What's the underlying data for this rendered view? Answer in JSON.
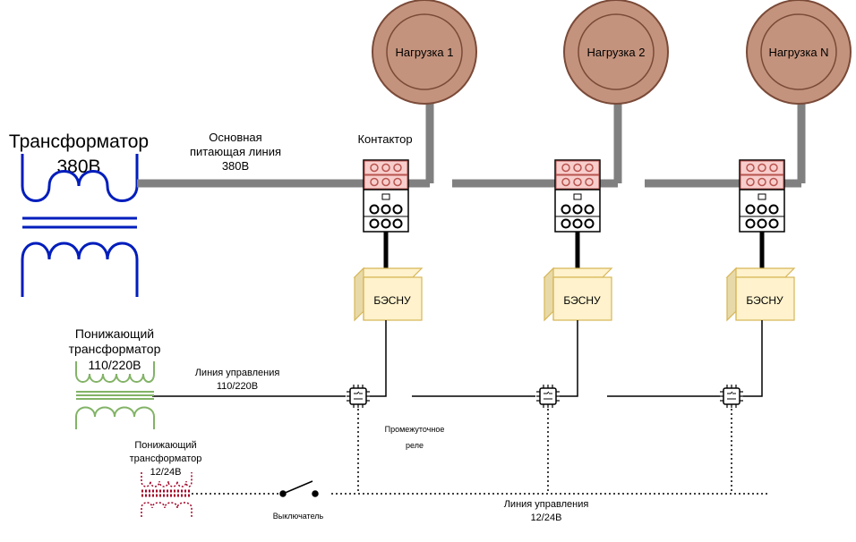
{
  "transformer_main": {
    "title": "Трансформатор",
    "voltage": "380В"
  },
  "feed_line": {
    "line1": "Основная",
    "line2": "питающая линия",
    "line3": "380В"
  },
  "contactor_label": "Контактор",
  "loads": [
    {
      "label": "Нагрузка 1"
    },
    {
      "label": "Нагрузка 2"
    },
    {
      "label": "Нагрузка N"
    }
  ],
  "besnu_label": "БЭСНУ",
  "step_down_1": {
    "line1": "Понижающий",
    "line2": "трансформатор",
    "line3": "110/220В"
  },
  "control_line_220": {
    "line1": "Линия управления",
    "line2": "110/220В"
  },
  "relay_label": {
    "line1": "Промежуточное",
    "line2": "реле"
  },
  "step_down_2": {
    "line1": "Понижающий",
    "line2": "трансформатор",
    "line3": "12/24В"
  },
  "switch_label": "Выключатель",
  "control_line_12": {
    "line1": "Линия управления",
    "line2": "12/24В"
  },
  "colors": {
    "power_line": "#808080",
    "main_transformer": "#001DBC",
    "transformer_220": "#82B366",
    "transformer_12": "#A20025",
    "load_fill": "#C4937D",
    "load_stroke": "#7A4A38",
    "contactor_top": "#F8CECC",
    "contactor_top_stroke": "#B85450",
    "besnu_fill": "#FFF2CC",
    "besnu_stroke": "#D6B656"
  }
}
